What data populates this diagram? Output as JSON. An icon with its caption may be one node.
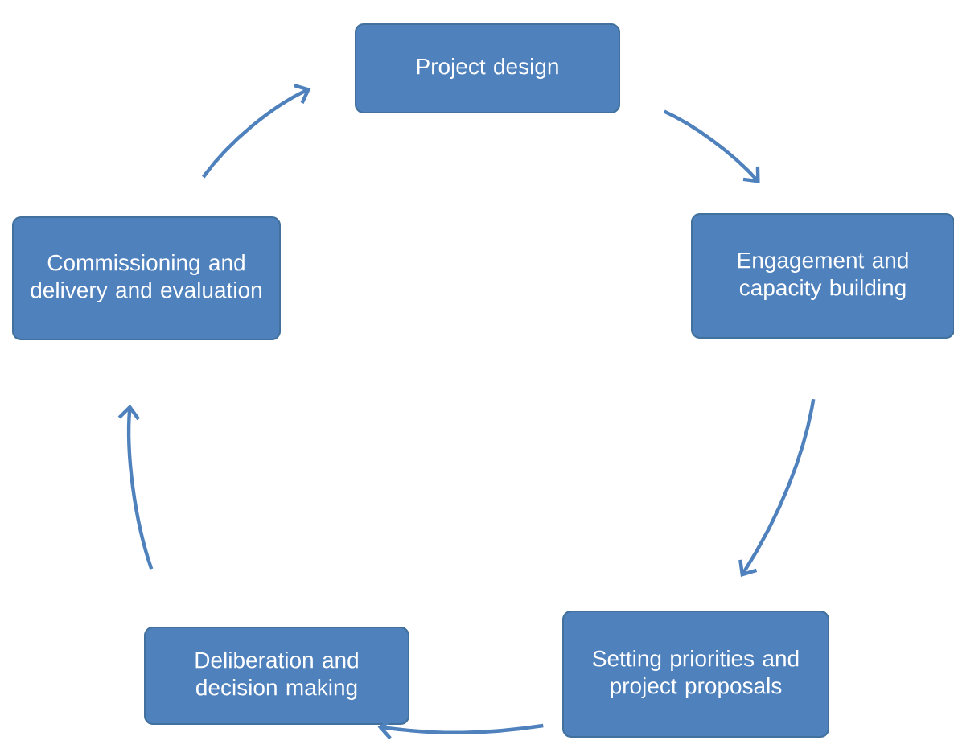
{
  "diagram": {
    "nodes": [
      {
        "text": [
          "Project design"
        ]
      },
      {
        "text": [
          "Engagement and capacity building"
        ]
      },
      {
        "text": [
          "Setting priorities and project proposals"
        ]
      },
      {
        "text": [
          "Deliberation and decision making"
        ]
      },
      {
        "text": [
          "Commissioning and delivery and evaluation"
        ]
      }
    ],
    "edges": [
      {
        "from": 0,
        "to": 1,
        "arrow": "to"
      },
      {
        "from": 1,
        "to": 2,
        "arrow": "to"
      },
      {
        "from": 2,
        "to": 3,
        "arrow": "to"
      },
      {
        "from": 3,
        "to": 4,
        "arrow": "to"
      },
      {
        "from": 4,
        "to": 0,
        "arrow": "to"
      }
    ]
  }
}
